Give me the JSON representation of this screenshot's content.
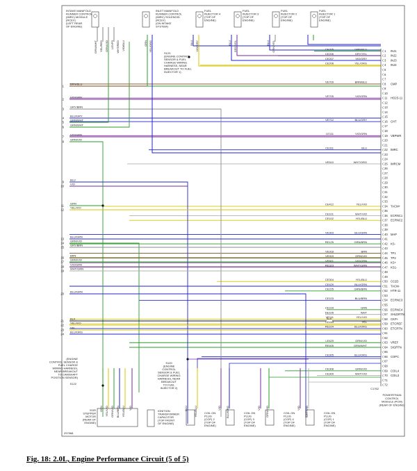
{
  "caption": "Fig. 18: 2.0L, Engine Performance Circuit (5 of 5)",
  "figure_id": "297968",
  "top_components": [
    {
      "lines": [
        "INTAKE MANIFOLD",
        "RUNNER CONTROL",
        "(IMRC) MODULE",
        "(RCEV)",
        "(LEFT REAR",
        "OF ENGINE)"
      ]
    },
    {
      "lines": [
        "INLET MANIFOLD",
        "RUNNER CONTROL",
        "(IMRC) SOLENOID",
        "(RCEV)",
        "(ON INTAKE",
        "SYSTEM)"
      ]
    },
    {
      "lines": [
        "FUEL",
        "INJECTOR 4",
        "(TOP OF",
        "ENGINE)"
      ]
    },
    {
      "lines": [
        "FUEL",
        "INJECTOR 3",
        "(TOP OF",
        "ENGINE)"
      ]
    },
    {
      "lines": [
        "FUEL",
        "INJECTOR 2",
        "(TOP OF",
        "ENGINE)"
      ]
    },
    {
      "lines": [
        "FUEL",
        "INJECTOR 1",
        "(TOP OF",
        "ENGINE)"
      ]
    }
  ],
  "top_wire_labels": [
    "GRN/WHT",
    "YEL/RED",
    "GRN/VIO",
    "LEXPS",
    "WHT/RED",
    "VIO/BLU",
    "GRN",
    "YEL/ORG",
    "BLU",
    "VIO/GRY",
    "BLU",
    "GRY/YEL",
    "BLU",
    "GRN/YEL"
  ],
  "splice_top": [
    "S123",
    "(ENGINE CONTROL",
    "SENSOR & FUEL",
    "CHARGE WIRING",
    "HARNESS, NEAR",
    "BREAKOUT TO FUEL",
    "INJECTOR 1)"
  ],
  "splice_bottom": [
    "S120",
    "(ENGINE",
    "CONTROL",
    "SENSOR & FUEL",
    "CHARGE WIRING",
    "HARNESS, NEAR",
    "BREAKOUT",
    "TO FUEL",
    "INJECTOR 2)"
  ],
  "harness_note": [
    "(ENGINE",
    "CONTROL SENSOR &",
    "FUEL CHARGE",
    "WIRING HARNESS,",
    "NEAR BREAKOUT",
    "TO CAMSHAFT",
    "POSITION SENSOR)"
  ],
  "splice_left": "S122",
  "left_wires": [
    {
      "n": "1",
      "c": "BRN/BLU"
    },
    {
      "n": "2",
      "c": "VIO/GRN"
    },
    {
      "n": "3",
      "c": "GRY/BRN"
    },
    {
      "n": "4",
      "c": "BLU/GRY"
    },
    {
      "n": "5",
      "c": "GRN/WHT"
    },
    {
      "n": "6",
      "c": "GRN/WHT"
    },
    {
      "n": "7",
      "c": "VIO/GRN"
    },
    {
      "n": "8",
      "c": "GRN/VIO"
    },
    {
      "n": "9",
      "c": "BLU"
    },
    {
      "n": "10",
      "c": "VIO"
    },
    {
      "n": "11",
      "c": "GRN"
    },
    {
      "n": "12",
      "c": "YEL/VIO"
    },
    {
      "n": "13",
      "c": "BLU/GRN"
    },
    {
      "n": "14",
      "c": "GRN/VIO"
    },
    {
      "n": "15",
      "c": "GRY/BRN"
    },
    {
      "n": "16",
      "c": "BRN"
    },
    {
      "n": "17",
      "c": "GRN/VIO"
    },
    {
      "n": "18",
      "c": "VIO/GRN"
    },
    {
      "n": "19",
      "c": "WHT/GRN"
    },
    {
      "n": "20",
      "c": "BLU/GRN"
    },
    {
      "n": "21",
      "c": "BLK"
    },
    {
      "n": "22",
      "c": "YEL/VIO"
    },
    {
      "n": "23",
      "c": "YEL"
    },
    {
      "n": "24",
      "c": "BLU/ORG"
    }
  ],
  "pcm_rows": [
    {
      "circuit": "CE205",
      "color": "GRN/BLU",
      "pin": "1",
      "fn": "INJ1"
    },
    {
      "circuit": "CE206",
      "color": "GRY/YEL",
      "pin": "2",
      "fn": "INJ2"
    },
    {
      "circuit": "CE207",
      "color": "VIO/GRY",
      "pin": "3",
      "fn": "INJ3"
    },
    {
      "circuit": "CE208",
      "color": "YEL/ORG",
      "pin": "4",
      "fn": "INJ4"
    },
    {
      "circuit": "VE709",
      "color": "BRN/BLU",
      "pin": "8",
      "fn": "CMP"
    },
    {
      "circuit": "VE705",
      "color": "VIO/GRN",
      "pin": "11",
      "fn": "HO2S-11"
    },
    {
      "circuit": "VE712",
      "color": "BLU/GRY",
      "pin": "16",
      "fn": "CHT"
    },
    {
      "circuit": "LE111",
      "color": "VIO/GRN",
      "pin": "19",
      "fn": "VBPWR"
    },
    {
      "circuit": "CE311",
      "color": "BLU",
      "pin": "22",
      "fn": "IMRC"
    },
    {
      "circuit": "VE510",
      "color": "WHT/ORG",
      "pin": "25",
      "fn": "IMRCM"
    },
    {
      "circuit": "CE412",
      "color": "YEL/VIO",
      "pin": "34",
      "fn": "TACM+"
    },
    {
      "circuit": "CE101",
      "color": "WHT/VIO",
      "pin": "36",
      "fn": "ECRNC1"
    },
    {
      "circuit": "CE102",
      "color": "YEL/BLU",
      "pin": "37",
      "fn": "ECRNC2"
    },
    {
      "circuit": "VE303",
      "color": "BLU/GRN",
      "pin": "40",
      "fn": "MAP"
    },
    {
      "circuit": "RE125",
      "color": "GRN/BRN",
      "pin": "42",
      "fn": "KS-"
    },
    {
      "circuit": "VE918",
      "color": "BRN",
      "pin": "44",
      "fn": "TP1"
    },
    {
      "circuit": "VE919",
      "color": "GRN/VIO",
      "pin": "45",
      "fn": "TP2"
    },
    {
      "circuit": "VE601",
      "color": "VIO/GRN",
      "pin": "46",
      "fn": "KS+"
    },
    {
      "circuit": "RE323",
      "color": "WHT/GRN",
      "pin": "47",
      "fn": "KS1-"
    },
    {
      "circuit": "CE304",
      "color": "YEL/BLU",
      "pin": "50",
      "fn": "CC2D"
    },
    {
      "circuit": "CE429",
      "color": "BLU/GRN",
      "pin": "51",
      "fn": "TACM-"
    },
    {
      "circuit": "CE225",
      "color": "GRN/BRN",
      "pin": "52",
      "fn": "HTR-11"
    },
    {
      "circuit": "CE103",
      "color": "BLU/BRN",
      "pin": "54",
      "fn": "ECRNC3"
    },
    {
      "circuit": "CE104",
      "color": "GRN",
      "pin": "56",
      "fn": "ECRNC4"
    },
    {
      "circuit": "DE105",
      "color": "WHT",
      "pin": "57",
      "fn": "SHLDRTN"
    },
    {
      "circuit": "VE111",
      "color": "YEL/VIO",
      "pin": "58",
      "fn": "CKP+"
    },
    {
      "circuit": "LE154",
      "color": "YEL",
      "pin": "59",
      "fn": "ETCREF"
    },
    {
      "circuit": "RE104",
      "color": "BLU/ORG",
      "pin": "60",
      "fn": "ETCRTN"
    },
    {
      "circuit": "LE429",
      "color": "GRN/VIO",
      "pin": "63",
      "fn": "VREF"
    },
    {
      "circuit": "RE405",
      "color": "GRN/WHT",
      "pin": "64",
      "fn": "SIGRTN"
    },
    {
      "circuit": "CE305",
      "color": "BLU/ORG",
      "pin": "66",
      "fn": "COPC"
    },
    {
      "circuit": "CE308",
      "color": "GRN/VIO",
      "pin": "69",
      "fn": "COIL4"
    },
    {
      "circuit": "CE309",
      "color": "WHT/VIO",
      "pin": "70",
      "fn": "COIL3"
    }
  ],
  "bottom_components": [
    {
      "lines": [
        "EGR",
        "STEPPER",
        "MOTOR",
        "(REAR OF",
        "ENGINE)"
      ]
    },
    {
      "lines": [
        "IGNITION",
        "TRANSFORMER",
        "CAPACITOR",
        "(TOP FRONT",
        "OF ENGINE)"
      ]
    },
    {
      "lines": [
        "COIL ON",
        "PLUG",
        "(COP) 2",
        "(TOP OF",
        "ENGINE)"
      ]
    },
    {
      "lines": [
        "COIL ON",
        "PLUG",
        "(COP) 3",
        "(TOP OF",
        "ENGINE)"
      ]
    },
    {
      "lines": [
        "COIL ON",
        "PLUG",
        "(COP) 4",
        "(TOP OF",
        "ENGINE)"
      ]
    },
    {
      "lines": [
        "COIL ON",
        "PLUG",
        "(COP) 1",
        "(TOP OF",
        "ENGINE)"
      ]
    }
  ],
  "bottom_wire_labels": [
    "GRN",
    "YEL/VIO",
    "GRN/VIO",
    "BLU/BRN",
    "YEL/BLU",
    "VIO",
    "BLU",
    "YEL/BLU",
    "VIO",
    "BLU/ORG",
    "VIO",
    "GRN/VIO",
    "VIO",
    "WHT/VIO"
  ],
  "pcm_label": [
    "POWERTRAIN",
    "CONTROL",
    "MODULE (PCM)",
    "(REAR OF ENGINE)"
  ],
  "pcm_connector": "C1762",
  "blk_note": "BLK"
}
